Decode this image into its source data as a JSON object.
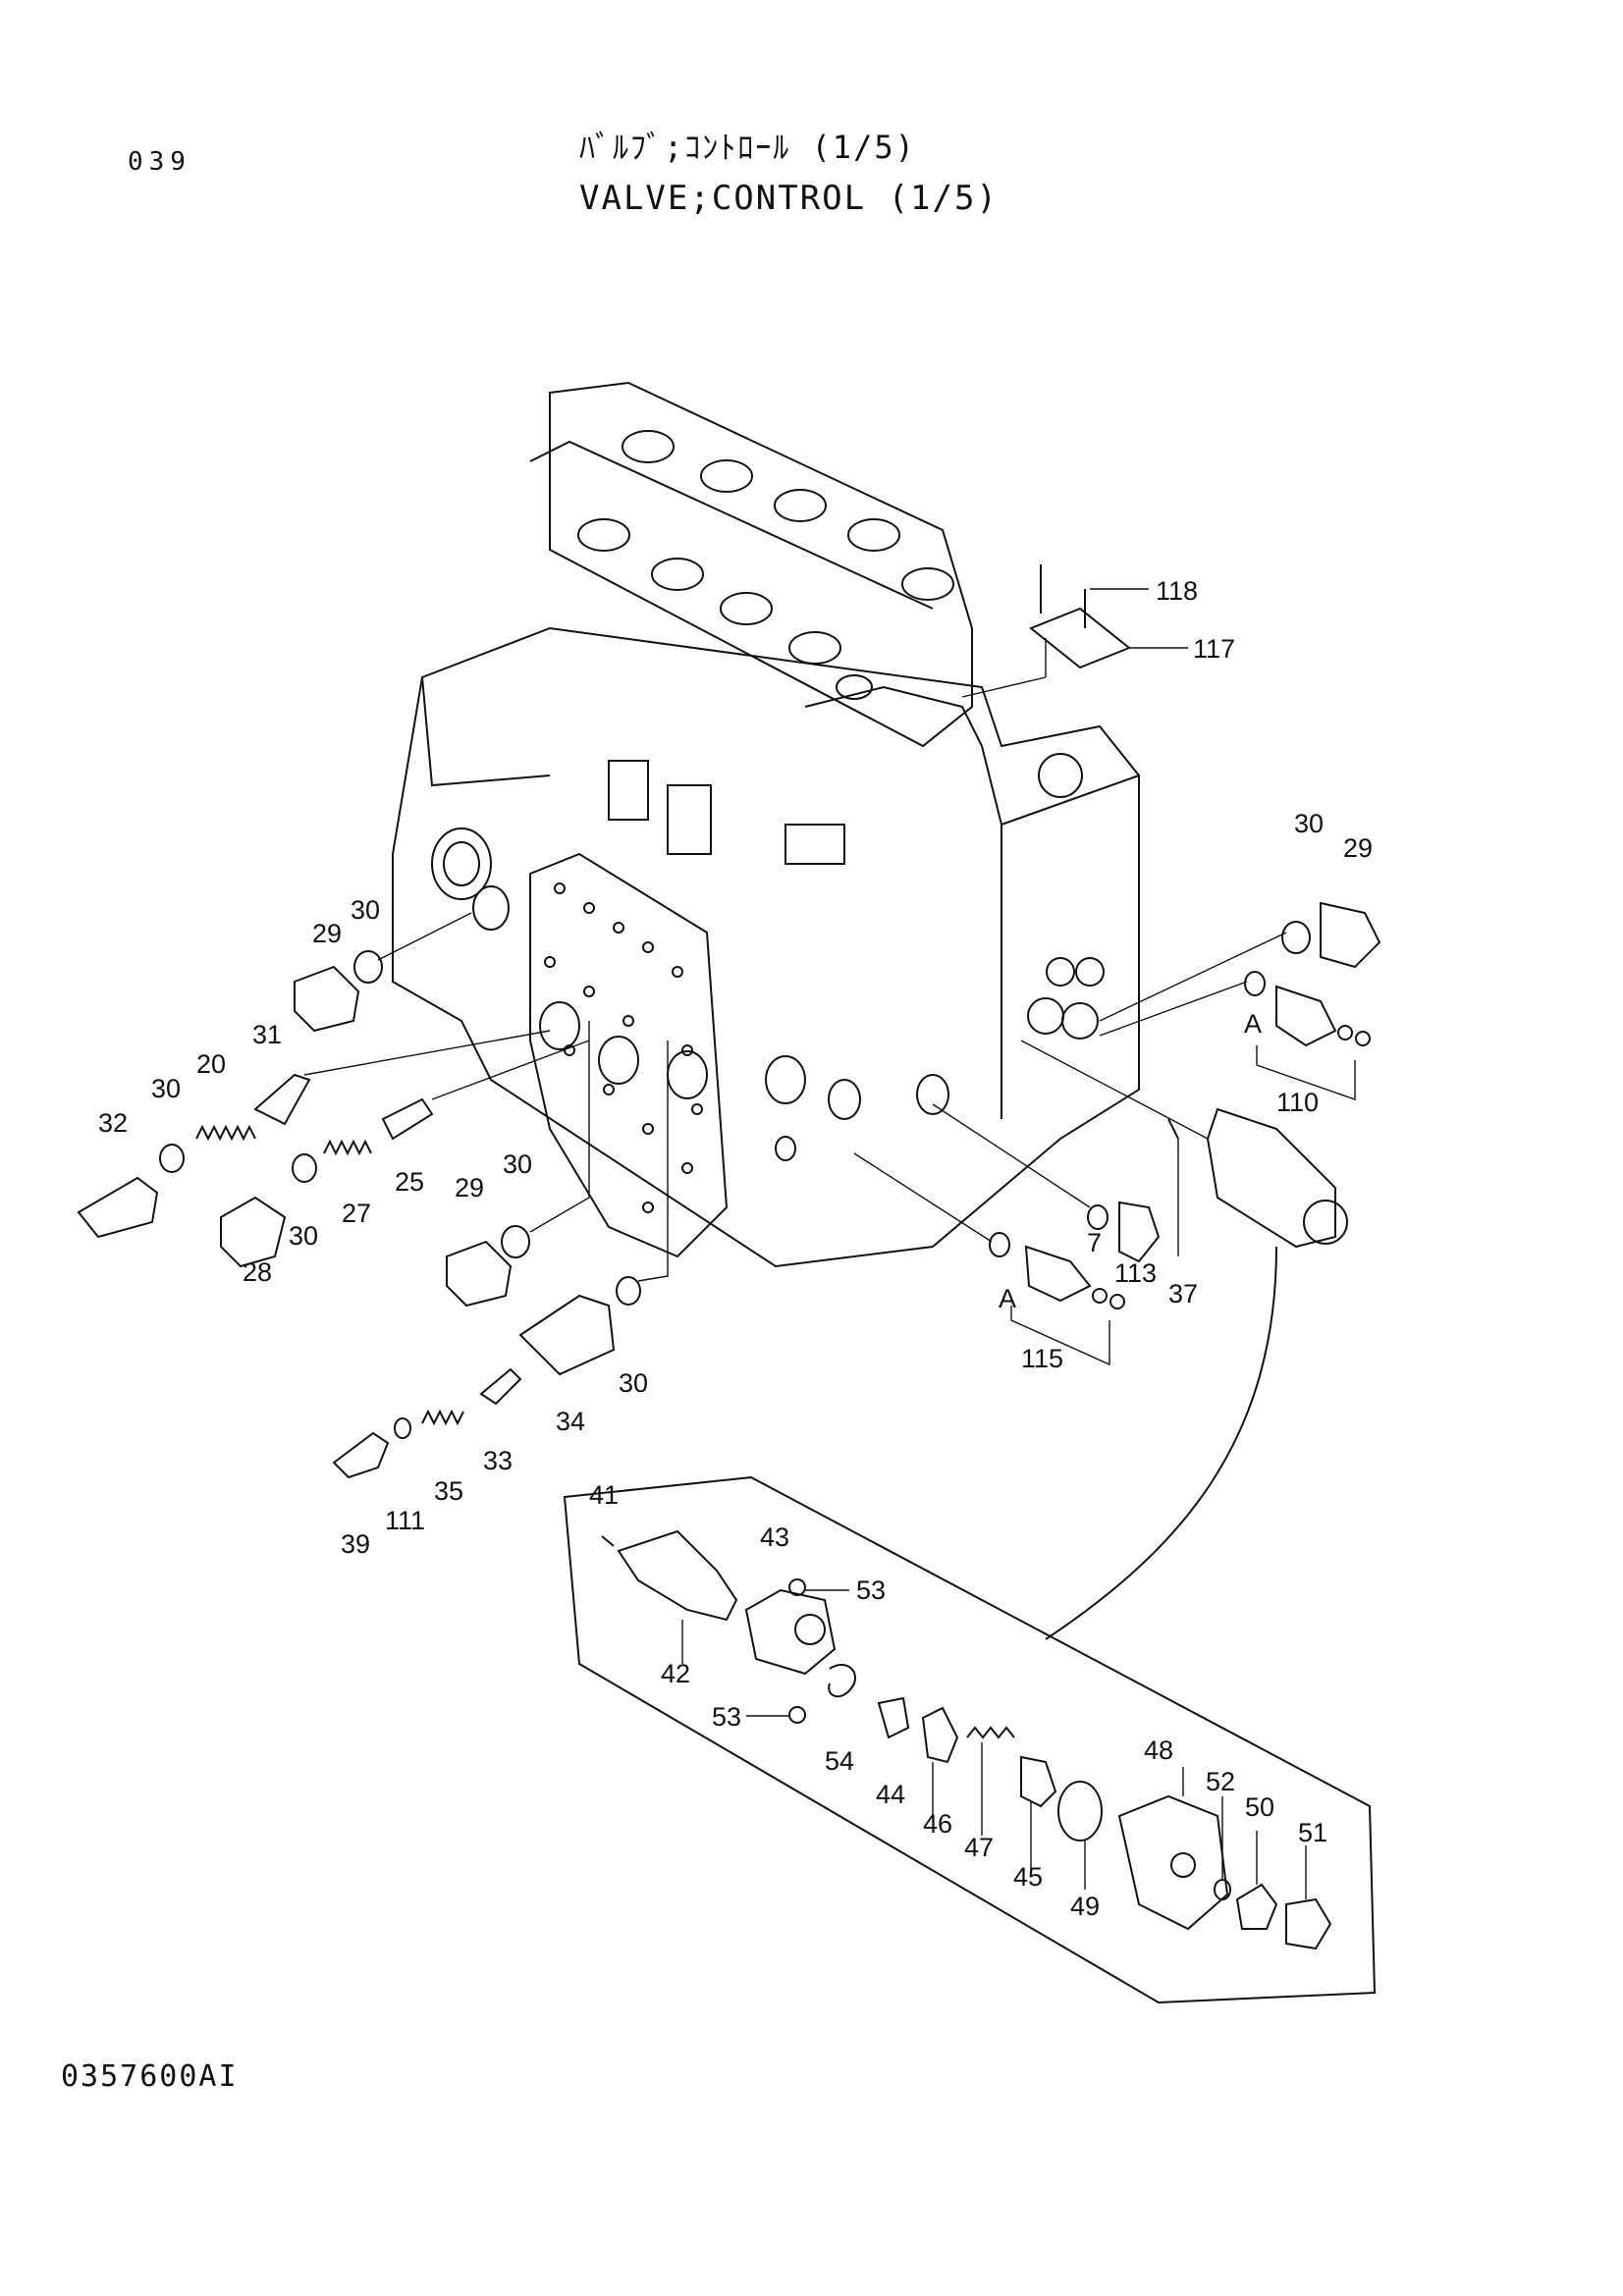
{
  "header": {
    "page_number": "039",
    "title_ja": "ﾊﾞﾙﾌﾞ;ｺﾝﾄﾛｰﾙ (1/5)",
    "title_en": "VALVE;CONTROL (1/5)"
  },
  "figure_code": "0357600AI",
  "parts": [
    {
      "id": "p118",
      "label": "118"
    },
    {
      "id": "p117",
      "label": "117"
    },
    {
      "id": "p30a",
      "label": "30"
    },
    {
      "id": "p29a",
      "label": "29"
    },
    {
      "id": "pA1",
      "label": "A"
    },
    {
      "id": "p110",
      "label": "110"
    },
    {
      "id": "p30b",
      "label": "30"
    },
    {
      "id": "p29b",
      "label": "29"
    },
    {
      "id": "p31",
      "label": "31"
    },
    {
      "id": "p20",
      "label": "20"
    },
    {
      "id": "p30c",
      "label": "30"
    },
    {
      "id": "p32",
      "label": "32"
    },
    {
      "id": "p25",
      "label": "25"
    },
    {
      "id": "p27",
      "label": "27"
    },
    {
      "id": "p30d",
      "label": "30"
    },
    {
      "id": "p28",
      "label": "28"
    },
    {
      "id": "p29c",
      "label": "29"
    },
    {
      "id": "p30e",
      "label": "30"
    },
    {
      "id": "p7",
      "label": "7"
    },
    {
      "id": "p113",
      "label": "113"
    },
    {
      "id": "p37",
      "label": "37"
    },
    {
      "id": "pA2",
      "label": "A"
    },
    {
      "id": "p115",
      "label": "115"
    },
    {
      "id": "p30f",
      "label": "30"
    },
    {
      "id": "p34",
      "label": "34"
    },
    {
      "id": "p33",
      "label": "33"
    },
    {
      "id": "p35",
      "label": "35"
    },
    {
      "id": "p111",
      "label": "111"
    },
    {
      "id": "p39",
      "label": "39"
    },
    {
      "id": "p41",
      "label": "41"
    },
    {
      "id": "p43",
      "label": "43"
    },
    {
      "id": "p53a",
      "label": "53"
    },
    {
      "id": "p42",
      "label": "42"
    },
    {
      "id": "p53b",
      "label": "53"
    },
    {
      "id": "p54",
      "label": "54"
    },
    {
      "id": "p44",
      "label": "44"
    },
    {
      "id": "p46",
      "label": "46"
    },
    {
      "id": "p47",
      "label": "47"
    },
    {
      "id": "p45",
      "label": "45"
    },
    {
      "id": "p49",
      "label": "49"
    },
    {
      "id": "p48",
      "label": "48"
    },
    {
      "id": "p52",
      "label": "52"
    },
    {
      "id": "p50",
      "label": "50"
    },
    {
      "id": "p51",
      "label": "51"
    }
  ]
}
